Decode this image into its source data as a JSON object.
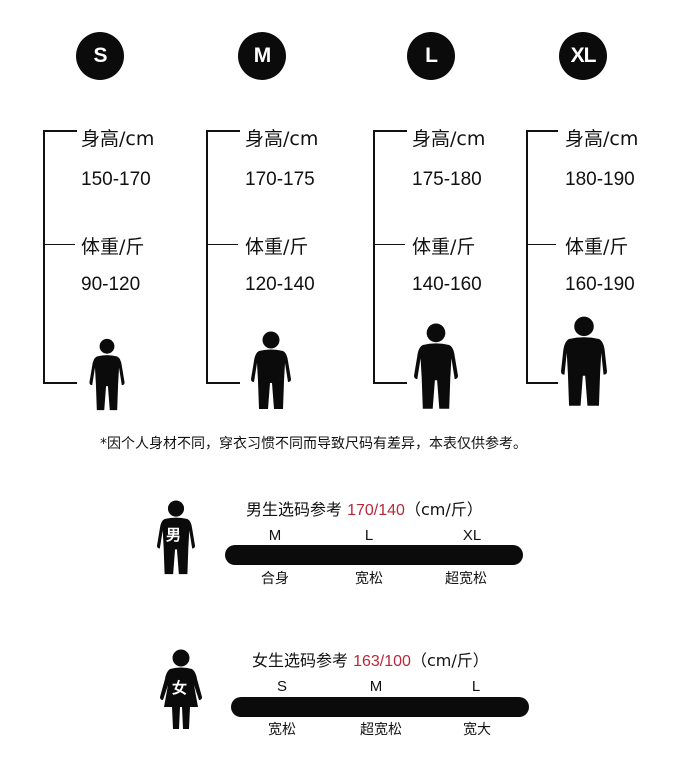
{
  "sizes": [
    {
      "size": "S",
      "height_label": "身高/cm",
      "height": "150-170",
      "weight_label": "体重/斤",
      "weight": "90-120"
    },
    {
      "size": "M",
      "height_label": "身高/cm",
      "height": "170-175",
      "weight_label": "体重/斤",
      "weight": "120-140"
    },
    {
      "size": "L",
      "height_label": "身高/cm",
      "height": "175-180",
      "weight_label": "体重/斤",
      "weight": "140-160"
    },
    {
      "size": "XL",
      "height_label": "身高/cm",
      "height": "180-190",
      "weight_label": "体重/斤",
      "weight": "160-190"
    }
  ],
  "note": "*因个人身材不同，穿衣习惯不同而导致尺码有差异，本表仅供参考。",
  "male_guide": {
    "icon_char": "男",
    "title": "男生选码参考",
    "ref": "170/140",
    "unit": "（cm/斤）",
    "sizes": [
      "M",
      "L",
      "XL"
    ],
    "fits": [
      "合身",
      "宽松",
      "超宽松"
    ]
  },
  "female_guide": {
    "icon_char": "女",
    "title": "女生选码参考",
    "ref": "163/100",
    "unit": "（cm/斤）",
    "sizes": [
      "S",
      "M",
      "L"
    ],
    "fits": [
      "宽松",
      "超宽松",
      "宽大"
    ]
  },
  "colors": {
    "accent_red": "#b8293a",
    "ink": "#0b0b0b"
  }
}
